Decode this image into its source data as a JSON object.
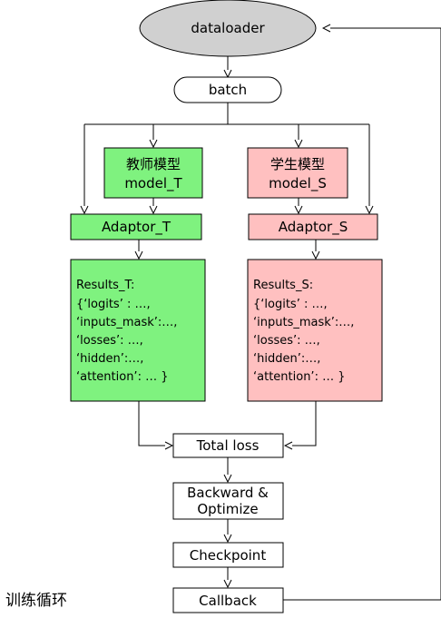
{
  "colors": {
    "ellipse_fill": "#d0d0d0",
    "teacher_fill": "#7ff27f",
    "student_fill": "#ffc0c0",
    "white_fill": "#ffffff",
    "stroke": "#000000"
  },
  "nodes": {
    "dataloader": "dataloader",
    "batch": "batch",
    "teacher_model": [
      "教师模型",
      "model_T"
    ],
    "student_model": [
      "学生模型",
      "model_S"
    ],
    "adaptor_t": "Adaptor_T",
    "adaptor_s": "Adaptor_S",
    "results_t": [
      "Results_T:",
      "{‘logits’ : …,",
      "‘inputs_mask’:…,",
      "‘losses’: …,",
      "‘hidden’:…,",
      "‘attention’: … }"
    ],
    "results_s": [
      "Results_S:",
      "{‘logits’ : …,",
      "‘inputs_mask’:…,",
      "‘losses’: …,",
      "‘hidden’:…,",
      "‘attention’: … }"
    ],
    "total_loss": "Total loss",
    "backward": [
      "Backward &",
      "Optimize"
    ],
    "checkpoint": "Checkpoint",
    "callback": "Callback"
  },
  "loop_label": "训练循环"
}
